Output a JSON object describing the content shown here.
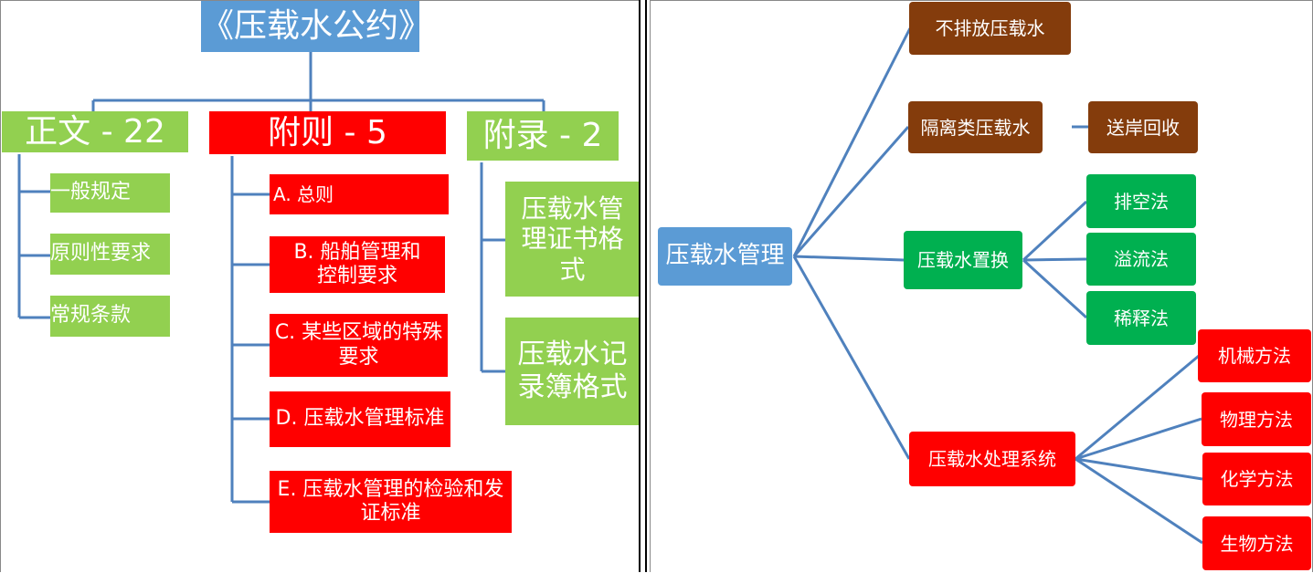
{
  "convention": {
    "title": "《压载水公约》",
    "sections": [
      {
        "label": "正文 - 22",
        "items": [
          "一般规定",
          "原则性要求",
          "常规条款"
        ]
      },
      {
        "label": "附则 - 5",
        "items": [
          "A. 总则",
          "B. 船舶管理和控制要求",
          "C. 某些区域的特殊要求",
          "D. 压载水管理标准",
          "E. 压载水管理的检验和发证标准"
        ]
      },
      {
        "label": "附录 - 2",
        "items": [
          "压载水管理证书格式",
          "压载水记录簿格式"
        ]
      }
    ]
  },
  "management": {
    "root": "压载水管理",
    "no_discharge": "不排放压载水",
    "isolated": {
      "label": "隔离类压载水",
      "child": "送岸回收"
    },
    "exchange": {
      "label": "压载水置换",
      "children": [
        "排空法",
        "溢流法",
        "稀释法"
      ]
    },
    "treatment": {
      "label": "压载水处理系统",
      "children": [
        "机械方法",
        "物理方法",
        "化学方法",
        "生物方法"
      ]
    }
  },
  "colors": {
    "blue": "#5b9bd5",
    "green": "#92d050",
    "red": "#ff0000",
    "brown": "#843c0c",
    "dark_green": "#00b050",
    "connector": "#4f81bd"
  }
}
